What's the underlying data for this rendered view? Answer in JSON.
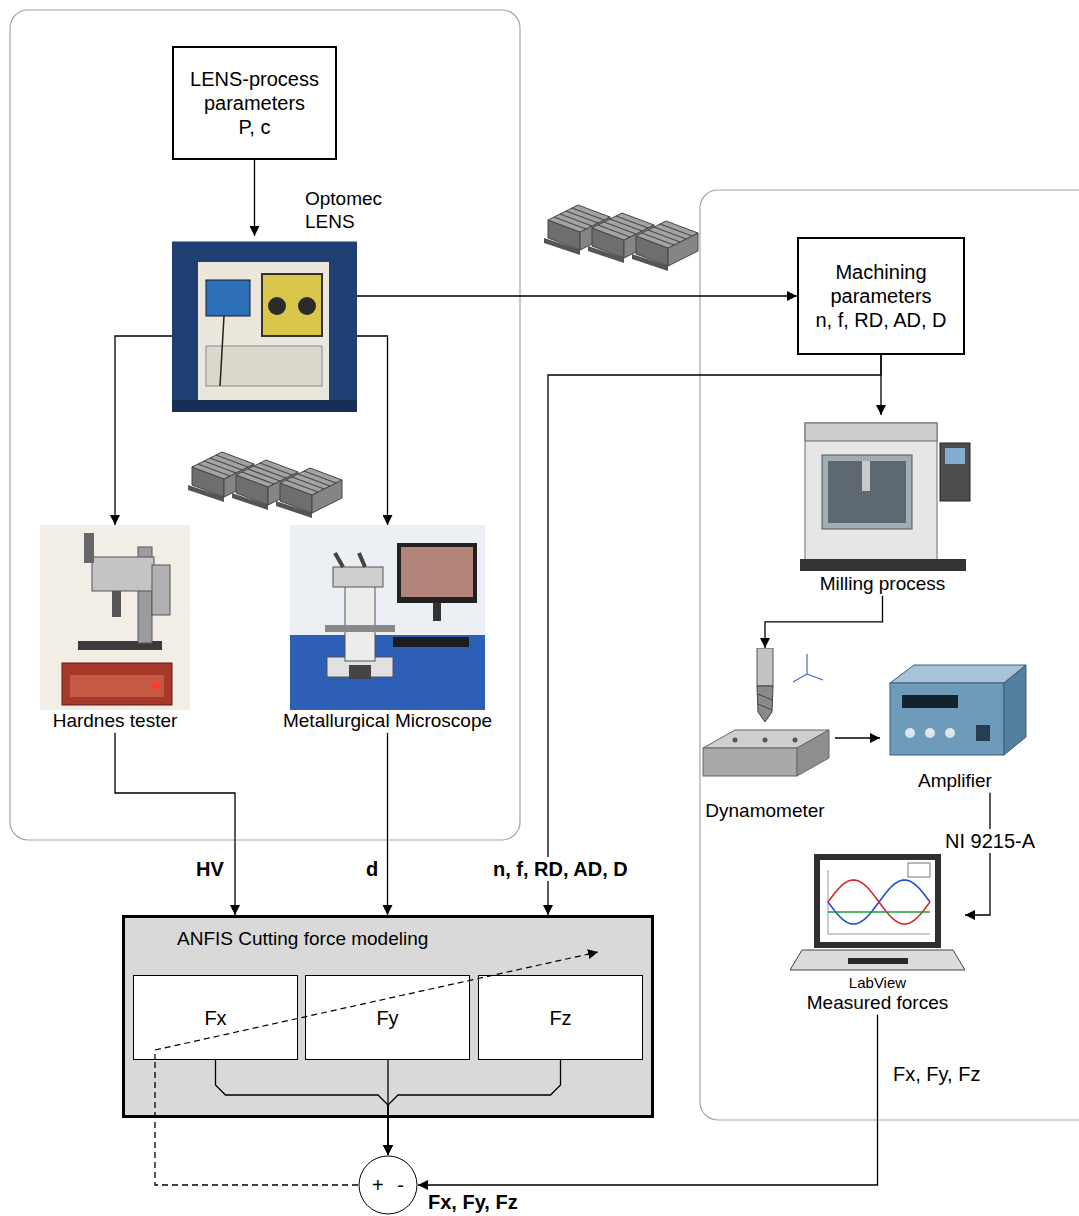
{
  "diagram": {
    "nodes": [
      {
        "text": [
          "LENS-process parameters",
          "P, c"
        ]
      },
      {
        "text": [
          "Optomec LENS"
        ]
      },
      {
        "text": [
          "Machining parameters",
          "n, f, RD, AD, D"
        ]
      },
      {
        "text": [
          "Hardnes tester"
        ]
      },
      {
        "text": [
          "Metallurgical Microscope"
        ]
      },
      {
        "text": [
          "Milling process"
        ]
      },
      {
        "text": [
          "Dynamometer"
        ]
      },
      {
        "text": [
          "Amplifier"
        ]
      },
      {
        "text": [
          "LabView",
          "Measured forces"
        ]
      },
      {
        "text": [
          "ANFIS Cutting force modeling"
        ]
      },
      {
        "text": [
          "Fx"
        ],
        "in": 9
      },
      {
        "text": [
          "Fy"
        ],
        "in": 9
      },
      {
        "text": [
          "Fz"
        ],
        "in": 9
      },
      {
        "text": [
          "+ -"
        ]
      }
    ],
    "edges": [
      {
        "from": 0,
        "to": 1,
        "arrow": "to"
      },
      {
        "from": 1,
        "to": 3,
        "arrow": "to"
      },
      {
        "from": 1,
        "to": 4,
        "arrow": "to"
      },
      {
        "from": 1,
        "to": 2,
        "arrow": "to"
      },
      {
        "from": 2,
        "to": 5,
        "arrow": "to"
      },
      {
        "from": 2,
        "to": 9,
        "label": "n, f, RD, AD, D",
        "arrow": "to"
      },
      {
        "from": 5,
        "to": 6,
        "arrow": "to"
      },
      {
        "from": 6,
        "to": 7,
        "arrow": "to"
      },
      {
        "from": 7,
        "to": 8,
        "label": "NI 9215-A",
        "arrow": "to"
      },
      {
        "from": 3,
        "to": 9,
        "label": "HV",
        "arrow": "to"
      },
      {
        "from": 4,
        "to": 9,
        "label": "d",
        "arrow": "to"
      },
      {
        "from": 8,
        "to": 13,
        "label": "Fx, Fy, Fz",
        "arrow": "to"
      },
      {
        "from": 10,
        "to": 13,
        "arrow": "to"
      },
      {
        "from": 11,
        "to": 13,
        "arrow": "to"
      },
      {
        "from": 12,
        "to": 13,
        "arrow": "to"
      },
      {
        "from": 13,
        "to": 10,
        "arrow": "none"
      }
    ],
    "labels": [
      "Fx, Fy, Fz"
    ]
  }
}
